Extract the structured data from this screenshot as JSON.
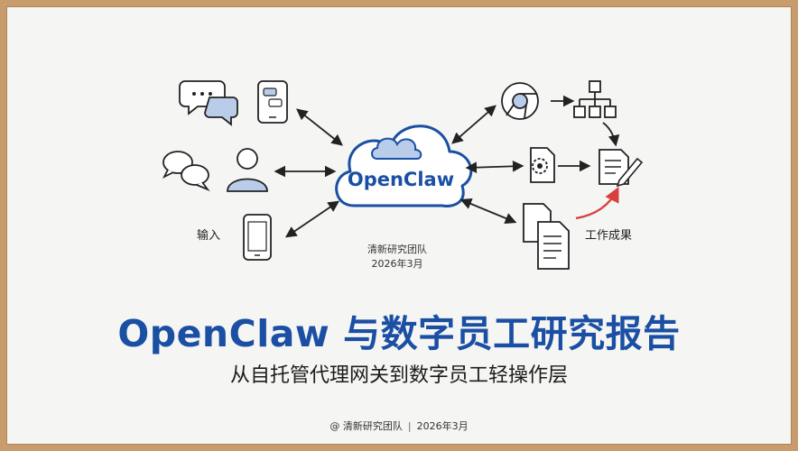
{
  "center_node": {
    "label": "OpenClaw"
  },
  "labels": {
    "input": "输入",
    "output": "工作成果",
    "team": "清新研究团队",
    "date": "2026年3月"
  },
  "title": "OpenClaw 与数字员工研究报告",
  "subtitle": "从自托管代理网关到数字员工轻操作层",
  "footer": {
    "prefix": "@ 清新研究团队",
    "separator": "|",
    "date": "2026年3月"
  },
  "colors": {
    "accent_blue": "#1a4fa3",
    "icon_fill_blue": "#b9cdea",
    "stroke": "#222222",
    "red_arrow": "#d94040",
    "frame_wood": "#c89c6c"
  },
  "icons": [
    "chat-bubbles-icon",
    "phone-chat-icon",
    "speech-bubbles-icon",
    "user-icon",
    "smartphone-icon",
    "chrome-browser-icon",
    "hierarchy-icon",
    "gear-document-icon",
    "edit-document-icon",
    "documents-icon",
    "cloud-icon"
  ]
}
